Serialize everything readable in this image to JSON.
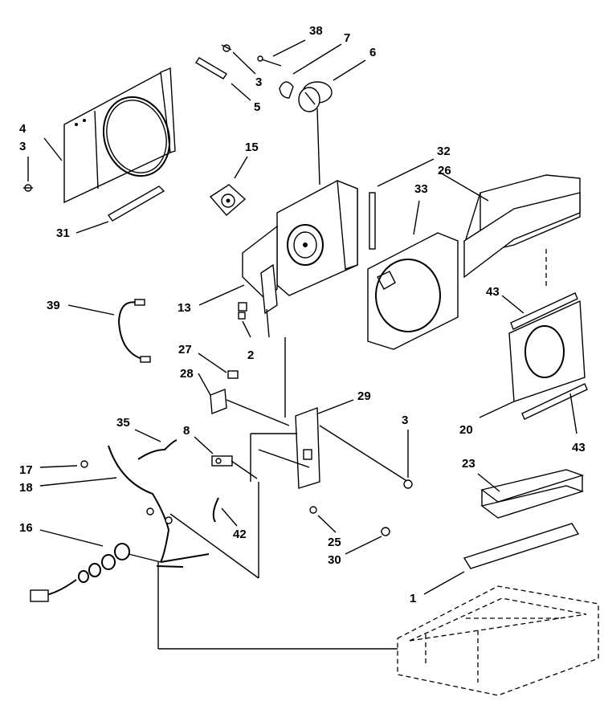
{
  "diagram": {
    "callouts": [
      {
        "id": "c38",
        "label": "38"
      },
      {
        "id": "c7",
        "label": "7"
      },
      {
        "id": "c6",
        "label": "6"
      },
      {
        "id": "c3a",
        "label": "3"
      },
      {
        "id": "c5",
        "label": "5"
      },
      {
        "id": "c4",
        "label": "4"
      },
      {
        "id": "c3b",
        "label": "3"
      },
      {
        "id": "c15",
        "label": "15"
      },
      {
        "id": "c32",
        "label": "32"
      },
      {
        "id": "c26",
        "label": "26"
      },
      {
        "id": "c33",
        "label": "33"
      },
      {
        "id": "c31",
        "label": "31"
      },
      {
        "id": "c39",
        "label": "39"
      },
      {
        "id": "c13",
        "label": "13"
      },
      {
        "id": "c43a",
        "label": "43"
      },
      {
        "id": "c2",
        "label": "2"
      },
      {
        "id": "c27",
        "label": "27"
      },
      {
        "id": "c28",
        "label": "28"
      },
      {
        "id": "c29",
        "label": "29"
      },
      {
        "id": "c3c",
        "label": "3"
      },
      {
        "id": "c20",
        "label": "20"
      },
      {
        "id": "c43b",
        "label": "43"
      },
      {
        "id": "c35",
        "label": "35"
      },
      {
        "id": "c8",
        "label": "8"
      },
      {
        "id": "c17",
        "label": "17"
      },
      {
        "id": "c18",
        "label": "18"
      },
      {
        "id": "c23",
        "label": "23"
      },
      {
        "id": "c16",
        "label": "16"
      },
      {
        "id": "c42",
        "label": "42"
      },
      {
        "id": "c25",
        "label": "25"
      },
      {
        "id": "c30",
        "label": "30"
      },
      {
        "id": "c1",
        "label": "1"
      }
    ]
  }
}
